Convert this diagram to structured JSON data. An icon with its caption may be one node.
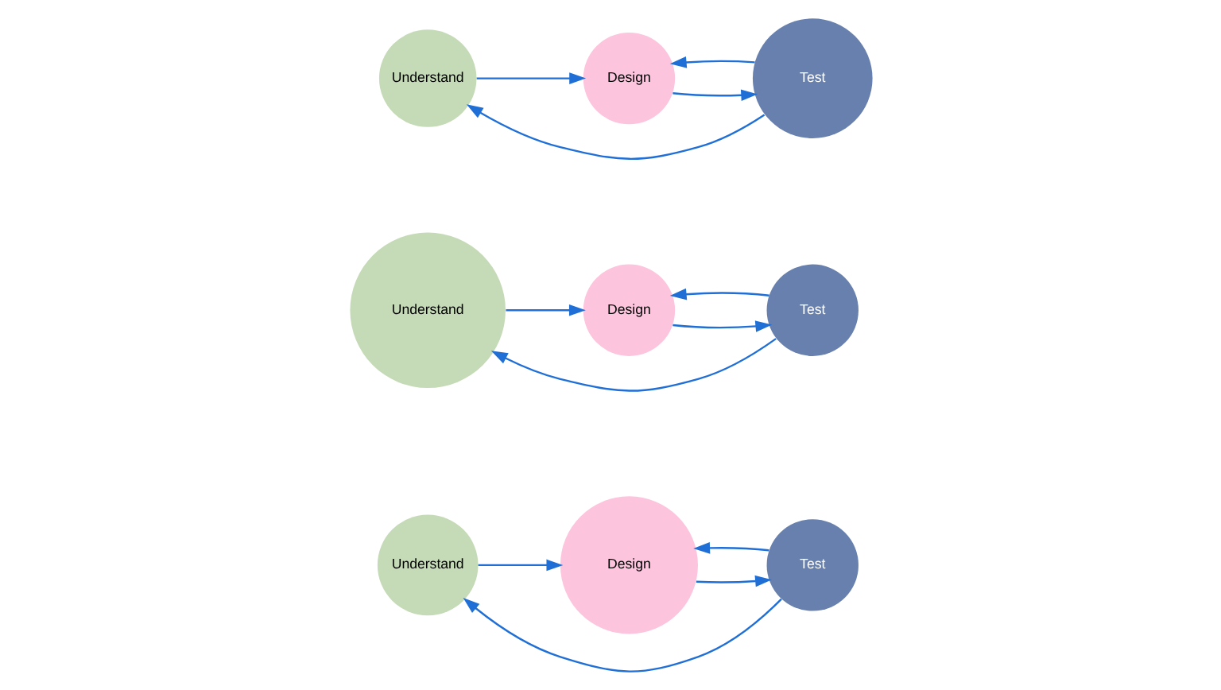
{
  "diagram": {
    "nodes": [
      {
        "text": [
          "Understand"
        ]
      },
      {
        "text": [
          "Design"
        ]
      },
      {
        "text": [
          "Test"
        ]
      },
      {
        "text": [
          "Understand"
        ]
      },
      {
        "text": [
          "Design"
        ]
      },
      {
        "text": [
          "Test"
        ]
      },
      {
        "text": [
          "Understand"
        ]
      },
      {
        "text": [
          "Design"
        ]
      },
      {
        "text": [
          "Test"
        ]
      }
    ],
    "edges": [
      {
        "from": 0,
        "to": 1,
        "arrow": "to"
      },
      {
        "from": 1,
        "to": 2,
        "arrow": "to"
      },
      {
        "from": 2,
        "to": 1,
        "arrow": "to"
      },
      {
        "from": 2,
        "to": 0,
        "arrow": "to"
      },
      {
        "from": 3,
        "to": 4,
        "arrow": "to"
      },
      {
        "from": 4,
        "to": 5,
        "arrow": "to"
      },
      {
        "from": 5,
        "to": 4,
        "arrow": "to"
      },
      {
        "from": 5,
        "to": 3,
        "arrow": "to"
      },
      {
        "from": 6,
        "to": 7,
        "arrow": "to"
      },
      {
        "from": 7,
        "to": 8,
        "arrow": "to"
      },
      {
        "from": 8,
        "to": 7,
        "arrow": "to"
      },
      {
        "from": 8,
        "to": 6,
        "arrow": "to"
      }
    ]
  }
}
